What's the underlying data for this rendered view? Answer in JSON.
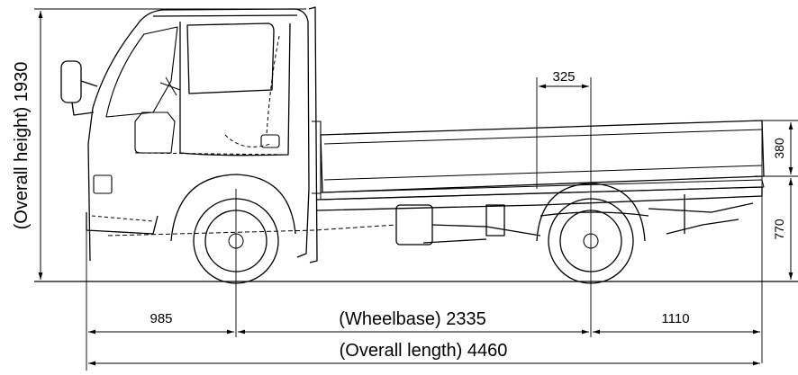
{
  "dimensions": {
    "overall_height": "(Overall height) 1930",
    "deck_height": "380",
    "frame_height": "770",
    "rear_axle_offset": "325",
    "front_overhang": "985",
    "wheelbase": "(Wheelbase) 2335",
    "rear_overhang": "1110",
    "overall_length": "(Overall length) 4460"
  },
  "colors": {
    "line": "#000000",
    "background": "#ffffff"
  }
}
